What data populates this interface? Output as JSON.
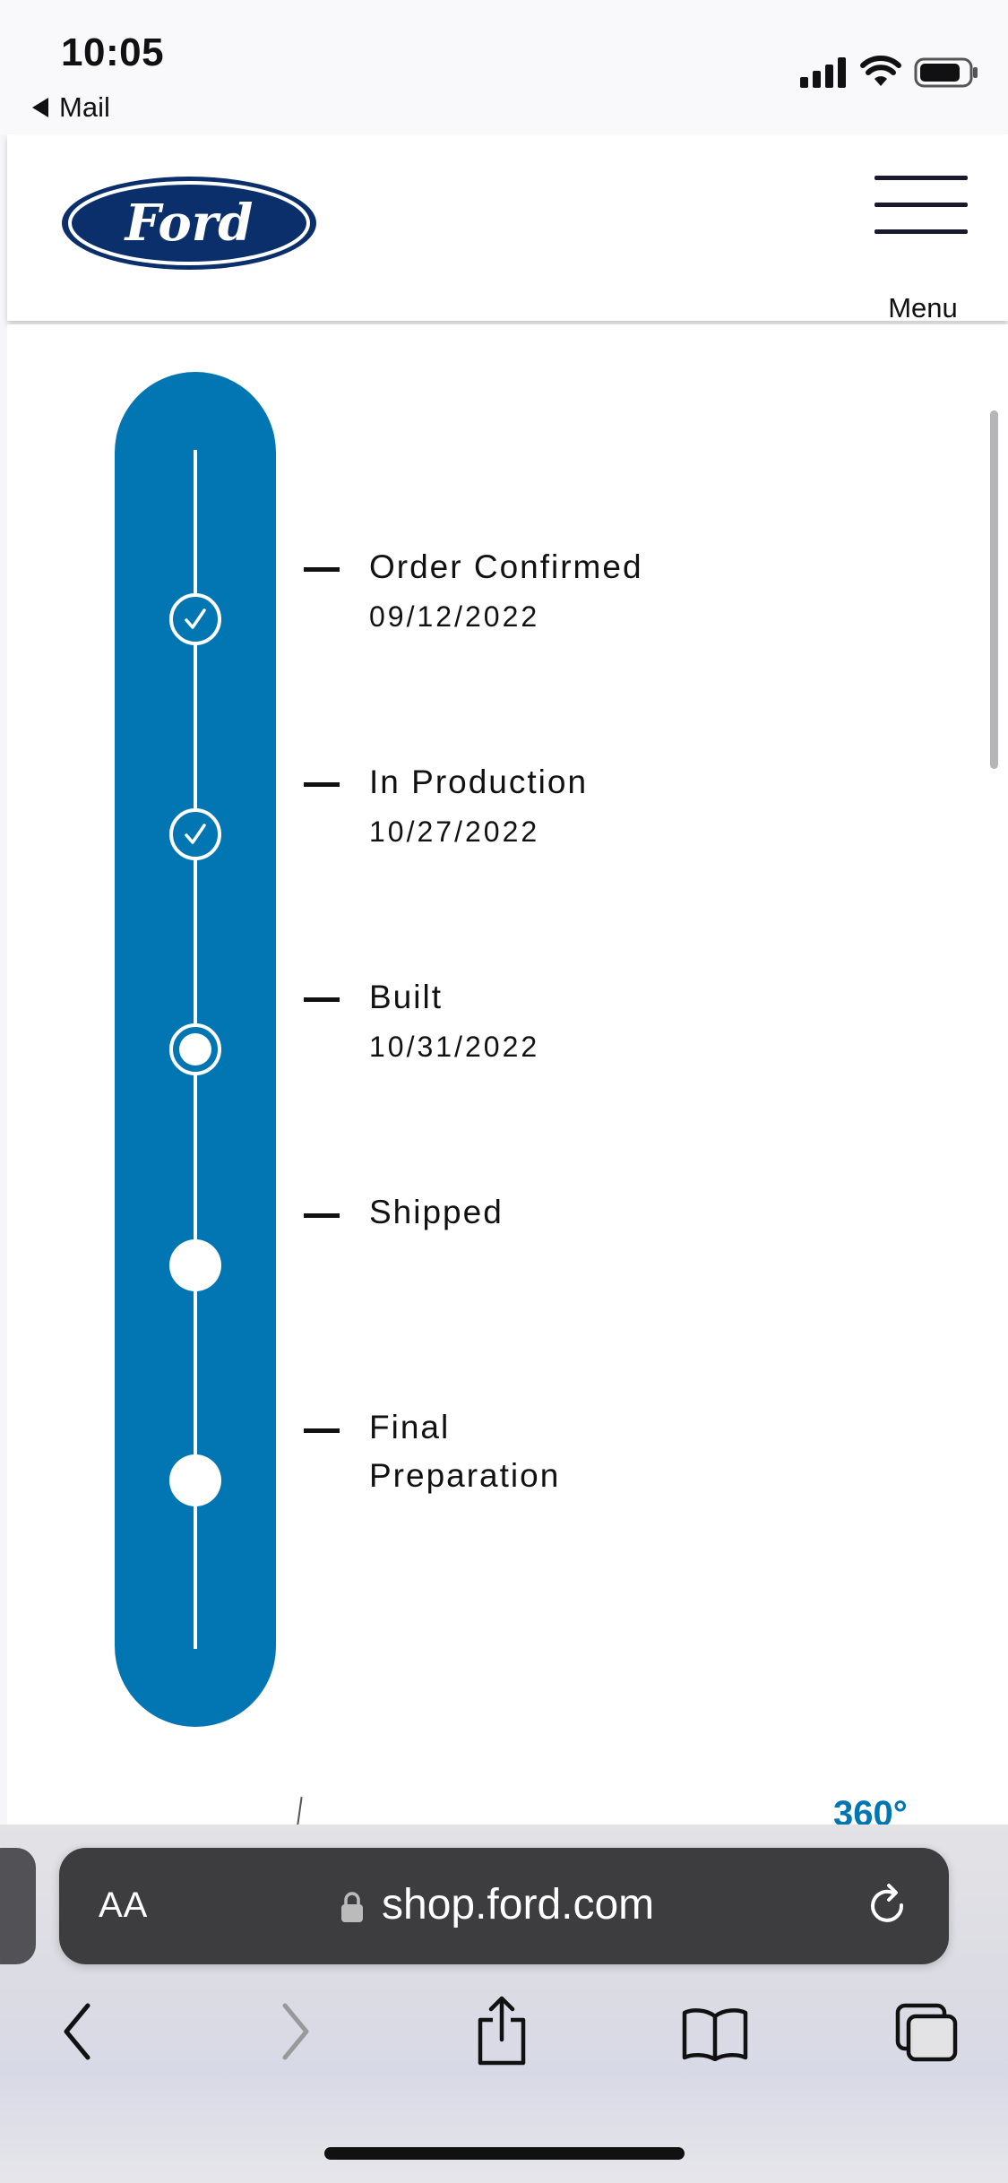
{
  "status_bar": {
    "time": "10:05",
    "back_app": "Mail"
  },
  "header": {
    "logo_text": "Ford",
    "menu_label": "Menu"
  },
  "tracker": {
    "steps": [
      {
        "title": "Order Confirmed",
        "date": "09/12/2022",
        "state": "complete"
      },
      {
        "title": "In Production",
        "date": "10/27/2022",
        "state": "complete"
      },
      {
        "title": "Built",
        "date": "10/31/2022",
        "state": "current"
      },
      {
        "title": "Shipped",
        "date": "",
        "state": "pending"
      },
      {
        "title": "Final Preparation",
        "date": "",
        "state": "pending"
      }
    ],
    "colors": {
      "accent": "#0276b3",
      "node": "#ffffff"
    }
  },
  "below_fold": {
    "badge_360": "360°"
  },
  "browser": {
    "text_size_label": "AA",
    "url": "shop.ford.com",
    "toolbar": [
      "back-icon",
      "forward-icon",
      "share-icon",
      "bookmarks-icon",
      "tabs-icon"
    ]
  }
}
